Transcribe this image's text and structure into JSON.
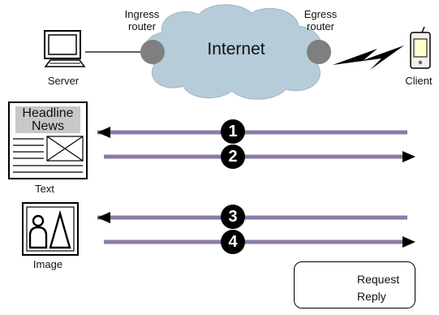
{
  "labels": {
    "ingress_router": "Ingress\nrouter",
    "egress_router": "Egress\nrouter",
    "internet": "Internet",
    "server": "Server",
    "client": "Client",
    "headline": "Headline\nNews",
    "text": "Text",
    "image": "Image"
  },
  "steps": [
    {
      "number": "1",
      "direction": "request"
    },
    {
      "number": "2",
      "direction": "reply"
    },
    {
      "number": "3",
      "direction": "request"
    },
    {
      "number": "4",
      "direction": "reply"
    }
  ],
  "legend": {
    "request": "Request",
    "reply": "Reply"
  },
  "colors": {
    "cloud": "#b6ccd8",
    "router": "#7f7f7f",
    "arrow_line": "#8c7aa6",
    "headline_bg": "#c8c8c8"
  }
}
